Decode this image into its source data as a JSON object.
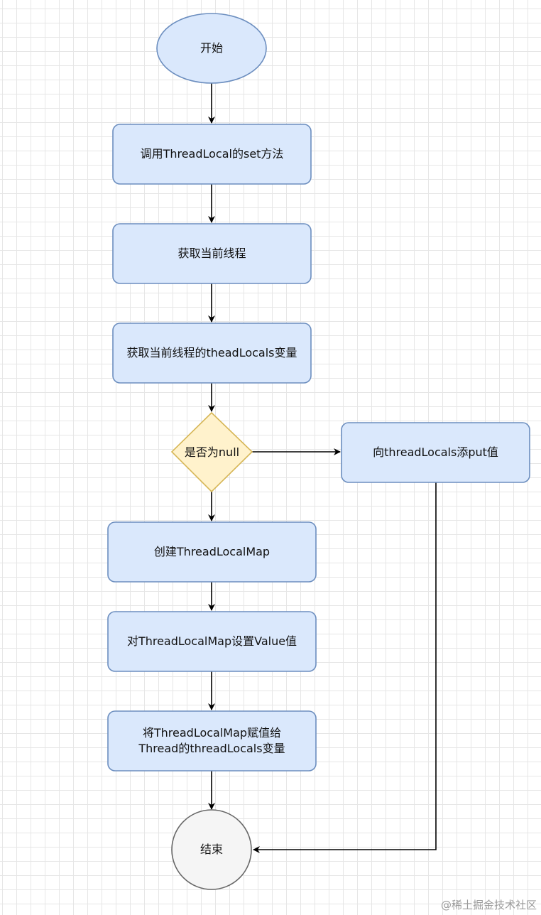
{
  "colors": {
    "process_fill": "#dae8fc",
    "process_stroke": "#6c8ebf",
    "decision_fill": "#fff2cc",
    "decision_stroke": "#d6b656",
    "end_fill": "#f5f5f5",
    "end_stroke": "#666666",
    "edge": "#000000"
  },
  "nodes": {
    "start": "开始",
    "call_set": "调用ThreadLocal的set方法",
    "get_thread": "获取当前线程",
    "get_locals": "获取当前线程的theadLocals变量",
    "is_null": "是否为null",
    "put_value": "向threadLocals添put值",
    "create_map": "创建ThreadLocalMap",
    "set_value": "对ThreadLocalMap设置Value值",
    "assign_map": "将ThreadLocalMap赋值给\nThread的threadLocals变量",
    "end": "结束"
  },
  "watermark": "@稀土掘金技术社区"
}
